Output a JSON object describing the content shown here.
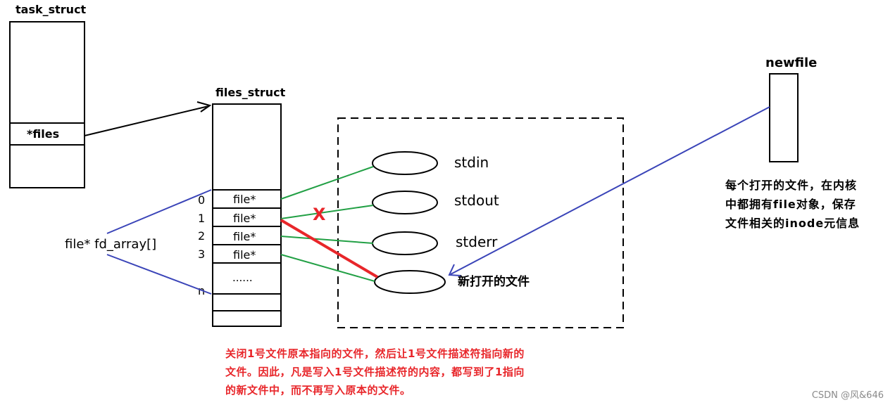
{
  "labels": {
    "task_struct": "task_struct",
    "files_field": "*files",
    "files_struct": "files_struct",
    "fd_array": "file* fd_array[]",
    "newfile": "newfile",
    "ellipsis": "......"
  },
  "fd_rows": [
    {
      "index": "0",
      "label": "file*"
    },
    {
      "index": "1",
      "label": "file*"
    },
    {
      "index": "2",
      "label": "file*"
    },
    {
      "index": "3",
      "label": "file*"
    }
  ],
  "fd_last_index": "n",
  "files": {
    "stdin": "stdin",
    "stdout": "stdout",
    "stderr": "stderr",
    "new_file": "新打开的文件"
  },
  "cross_mark": "X",
  "notes": {
    "right": [
      "每个打开的文件，在内核",
      "中都拥有file对象，保存",
      "文件相关的inode元信息"
    ],
    "bottom": [
      "关闭1号文件原本指向的文件，然后让1号文件描述符指向新的",
      "文件。因此，凡是写入1号文件描述符的内容，都写到了1指向",
      "的新文件中，而不再写入原本的文件。"
    ]
  },
  "watermark": "CSDN @风&646",
  "colors": {
    "green": "#22a045",
    "red": "#e8262a",
    "blue": "#3a44b8",
    "black": "#000000"
  }
}
